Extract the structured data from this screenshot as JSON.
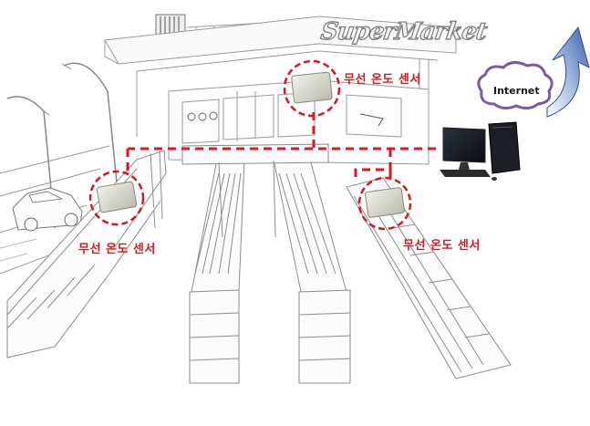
{
  "store_sign": "SuperMarket",
  "sensor_label": "무선 온도 센서",
  "sensors": [
    {
      "id": "sensor-top-center",
      "label": "무선 온도 센서"
    },
    {
      "id": "sensor-left",
      "label": "무선 온도 센서"
    },
    {
      "id": "sensor-right",
      "label": "무선 온도 센서"
    }
  ],
  "cloud_label": "Internet",
  "colors": {
    "network_line": "#e0161e",
    "highlight_ring": "#e0161e",
    "line_art": "#9a9a9a",
    "label_text": "#e0161e"
  },
  "icons": [
    "wireless-sensor-icon",
    "desktop-computer-icon",
    "internet-cloud-icon",
    "arrow-icon"
  ]
}
